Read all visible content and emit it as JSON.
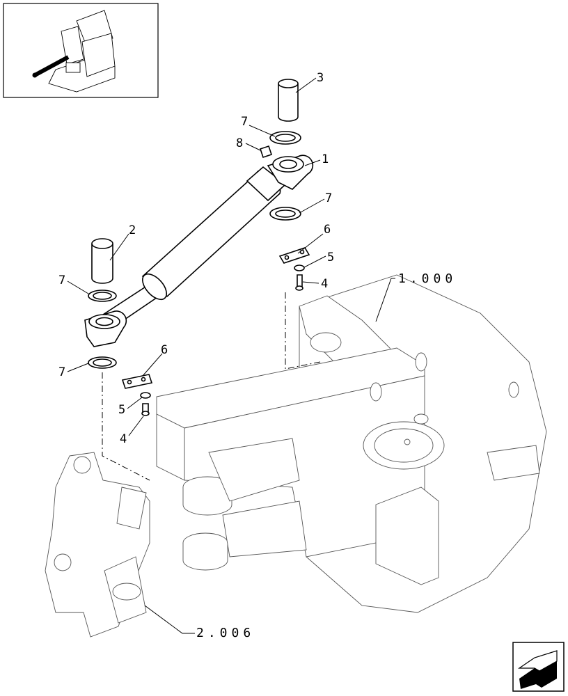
{
  "callouts": [
    {
      "id": "c1",
      "label": "1"
    },
    {
      "id": "c2",
      "label": "2"
    },
    {
      "id": "c3",
      "label": "3"
    },
    {
      "id": "c4a",
      "label": "4"
    },
    {
      "id": "c4b",
      "label": "4"
    },
    {
      "id": "c5a",
      "label": "5"
    },
    {
      "id": "c5b",
      "label": "5"
    },
    {
      "id": "c6a",
      "label": "6"
    },
    {
      "id": "c6b",
      "label": "6"
    },
    {
      "id": "c7a",
      "label": "7"
    },
    {
      "id": "c7b",
      "label": "7"
    },
    {
      "id": "c7c",
      "label": "7"
    },
    {
      "id": "c7d",
      "label": "7"
    },
    {
      "id": "c8",
      "label": "8"
    }
  ],
  "references": {
    "frame": "1.000",
    "swing_bracket": "2.006"
  },
  "icons": {
    "thumbnail": "machine-location-thumbnail-icon",
    "navigation": "next-page-arrow-icon"
  }
}
